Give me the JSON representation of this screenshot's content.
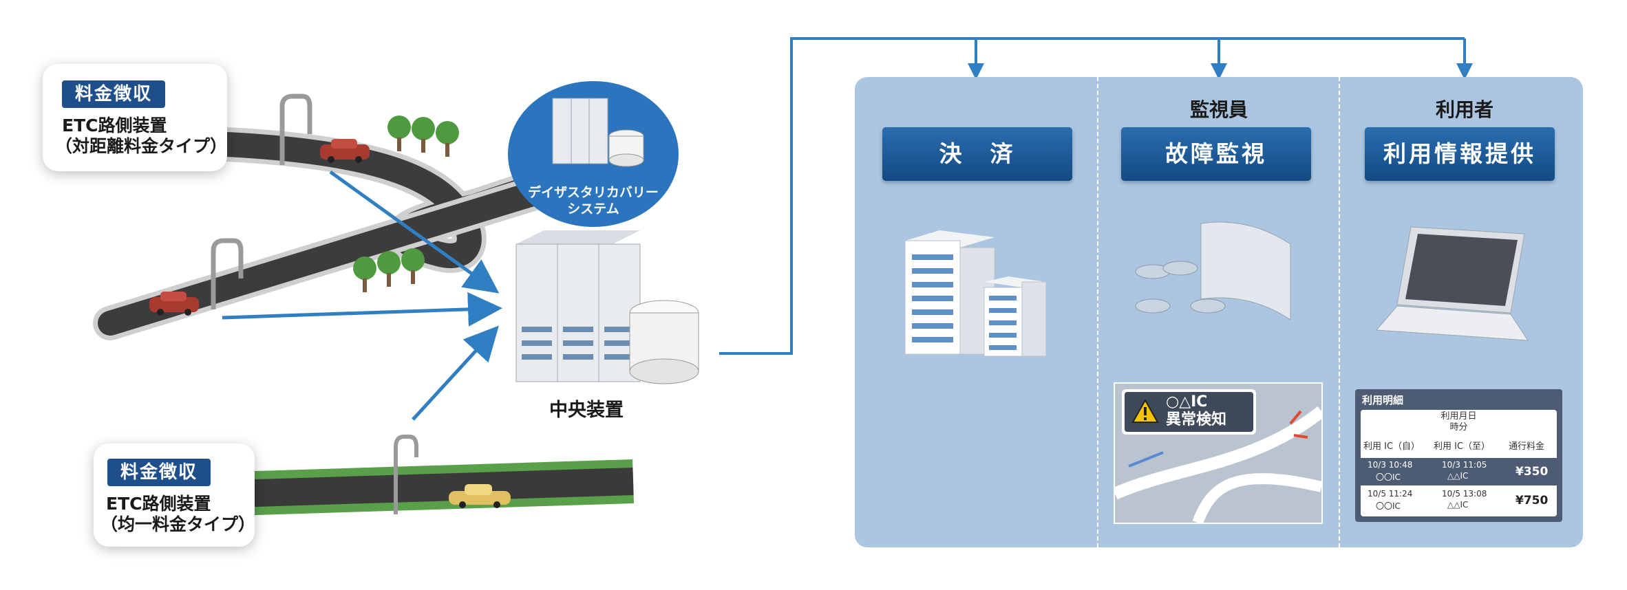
{
  "callout_distance": {
    "tag": "料金徴収",
    "line1": "ETC路側装置",
    "line2": "（対距離料金タイプ）"
  },
  "callout_flat": {
    "tag": "料金徴収",
    "line1": "ETC路側装置",
    "line2": "（均一料金タイプ）"
  },
  "recovery_system": {
    "line1": "デイザスタリカバリー",
    "line2": "システム"
  },
  "central_label": "中央装置",
  "sections": {
    "settlement": {
      "role": "",
      "header": "決　済"
    },
    "monitoring": {
      "role": "監視員",
      "header": "故障監視"
    },
    "user": {
      "role": "利用者",
      "header": "利用情報提供"
    }
  },
  "alert": {
    "line1": "○△IC",
    "line2": "異常検知"
  },
  "usage_detail": {
    "title": "利用明細",
    "col_date": "利用月日\n時分",
    "col_from": "利用 IC（自）",
    "col_to": "利用 IC（至）",
    "col_fee": "通行料金",
    "rows": [
      {
        "from_time": "10/3  10:48",
        "from_ic": "〇〇IC",
        "to_time": "10/3  11:05",
        "to_ic": "△△IC",
        "fee": "¥350"
      },
      {
        "from_time": "10/5  11:24",
        "from_ic": "〇〇IC",
        "to_time": "10/5  13:08",
        "to_ic": "△△IC",
        "fee": "¥750"
      }
    ]
  },
  "colors": {
    "accent": "#1f4f8a",
    "arrow": "#2f7fc2",
    "panel": "#acc6e1"
  }
}
